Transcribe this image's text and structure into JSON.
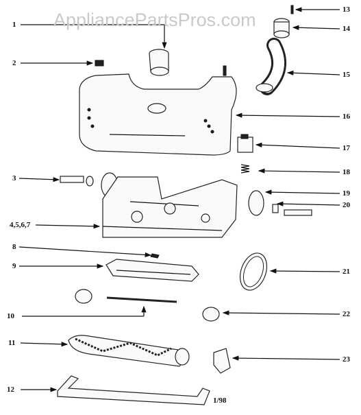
{
  "watermark": "AppliancePartsPros.com",
  "date_code": "1/98",
  "callouts": [
    {
      "id": "1",
      "label": "1"
    },
    {
      "id": "2",
      "label": "2"
    },
    {
      "id": "3",
      "label": "3"
    },
    {
      "id": "4-5-6-7",
      "label": "4,5,6,7"
    },
    {
      "id": "8",
      "label": "8"
    },
    {
      "id": "9",
      "label": "9"
    },
    {
      "id": "10",
      "label": "10"
    },
    {
      "id": "11",
      "label": "11"
    },
    {
      "id": "12",
      "label": "12"
    },
    {
      "id": "13",
      "label": "13"
    },
    {
      "id": "14",
      "label": "14"
    },
    {
      "id": "15",
      "label": "15"
    },
    {
      "id": "16",
      "label": "16"
    },
    {
      "id": "17",
      "label": "17"
    },
    {
      "id": "18",
      "label": "18"
    },
    {
      "id": "19",
      "label": "19"
    },
    {
      "id": "20",
      "label": "20"
    },
    {
      "id": "21",
      "label": "21"
    },
    {
      "id": "22",
      "label": "22"
    },
    {
      "id": "23",
      "label": "23"
    }
  ]
}
